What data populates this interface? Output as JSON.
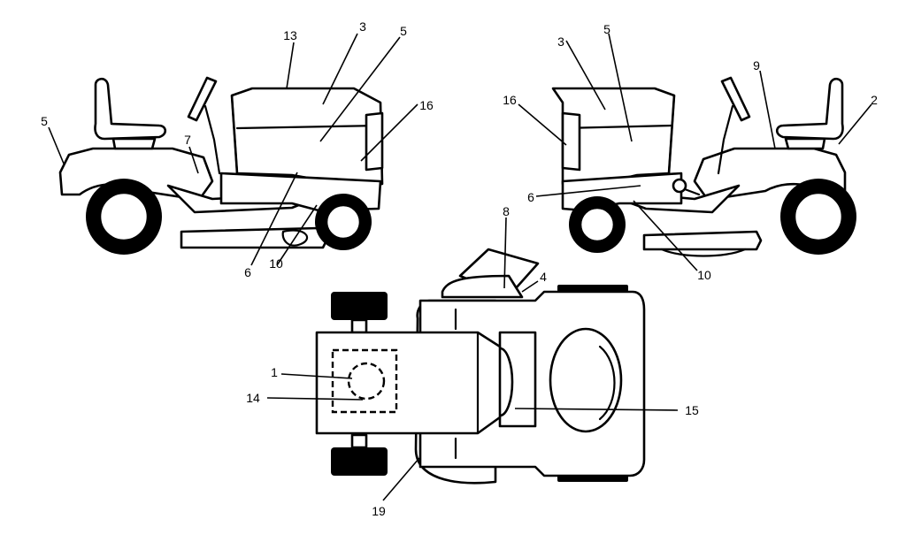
{
  "callouts": {
    "left_13": "13",
    "left_3": "3",
    "left_5_top": "5",
    "left_16": "16",
    "left_5_rear": "5",
    "left_7": "7",
    "left_6": "6",
    "left_10": "10",
    "right_3": "3",
    "right_5": "5",
    "right_9": "9",
    "right_2": "2",
    "right_16": "16",
    "right_6": "6",
    "right_10": "10",
    "top_8": "8",
    "top_4": "4",
    "top_1": "1",
    "top_14": "14",
    "top_15": "15",
    "top_19": "19"
  }
}
